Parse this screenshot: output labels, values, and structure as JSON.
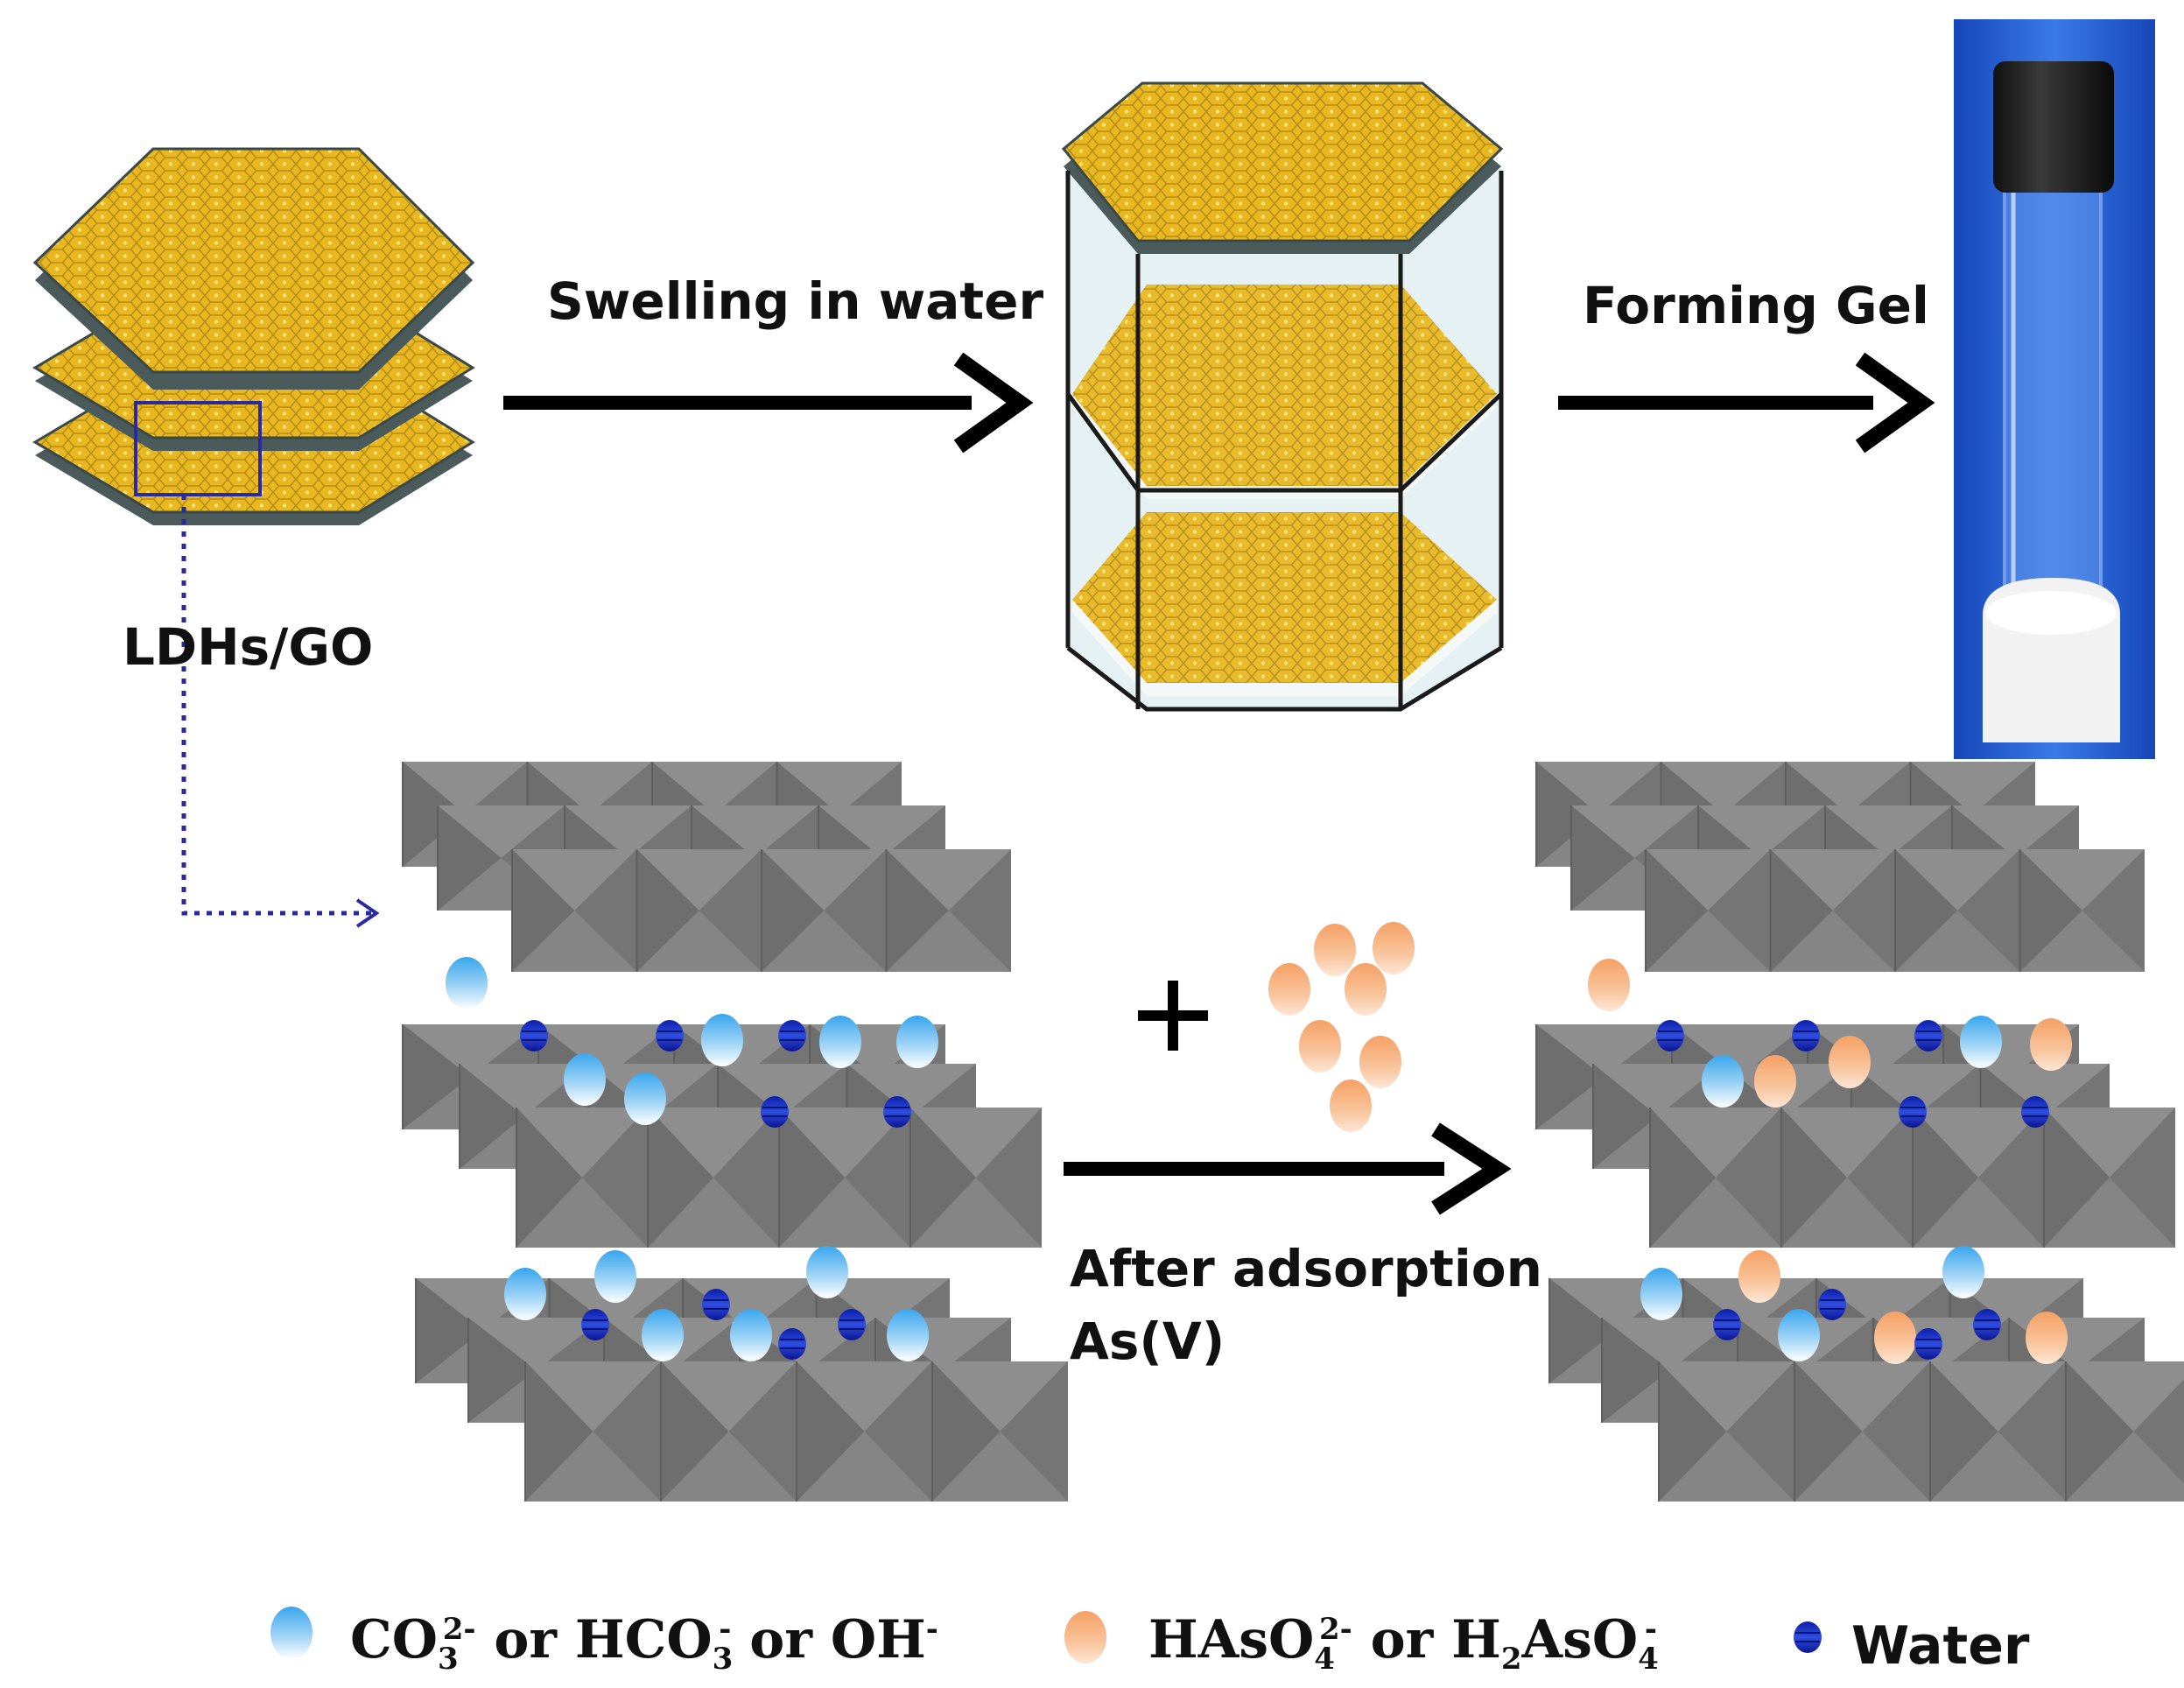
{
  "labels": {
    "swelling": "Swelling in water",
    "forming_gel": "Forming Gel",
    "ldhs_go": "LDHs/GO",
    "plus": "+",
    "after_adsorption_line1": "After adsorption",
    "after_adsorption_line2": "As(V)"
  },
  "legend": {
    "carbonate": {
      "co3": "CO",
      "co3_sub": "3",
      "co3_sup": "2-",
      "or1": " or HCO",
      "hco3_sub": "3",
      "hco3_sup": "-",
      "or2": " or OH",
      "oh_sup": "-",
      "color": "#4fb0ec"
    },
    "arsenate": {
      "hasO4": "HAsO",
      "hasO4_sub": "4",
      "hasO4_sup": "2-",
      "or": " or H",
      "h2_sub": "2",
      "aso4": "AsO",
      "aso4_sub": "4",
      "aso4_sup": "-",
      "color": "#f5a56e"
    },
    "water": {
      "label": "Water",
      "color": "#0a1eb4"
    }
  },
  "colors": {
    "sheet_yellow": "#e8b51c",
    "sheet_edge": "#5a6b6b",
    "slab_grey": "#7d7d7d",
    "arrow": "#000000",
    "dotted_link": "#2a2aa0",
    "vial_bg": "#1f5bd6"
  },
  "icons": {
    "arrow": "right-arrow-icon",
    "vial": "vial-icon"
  }
}
